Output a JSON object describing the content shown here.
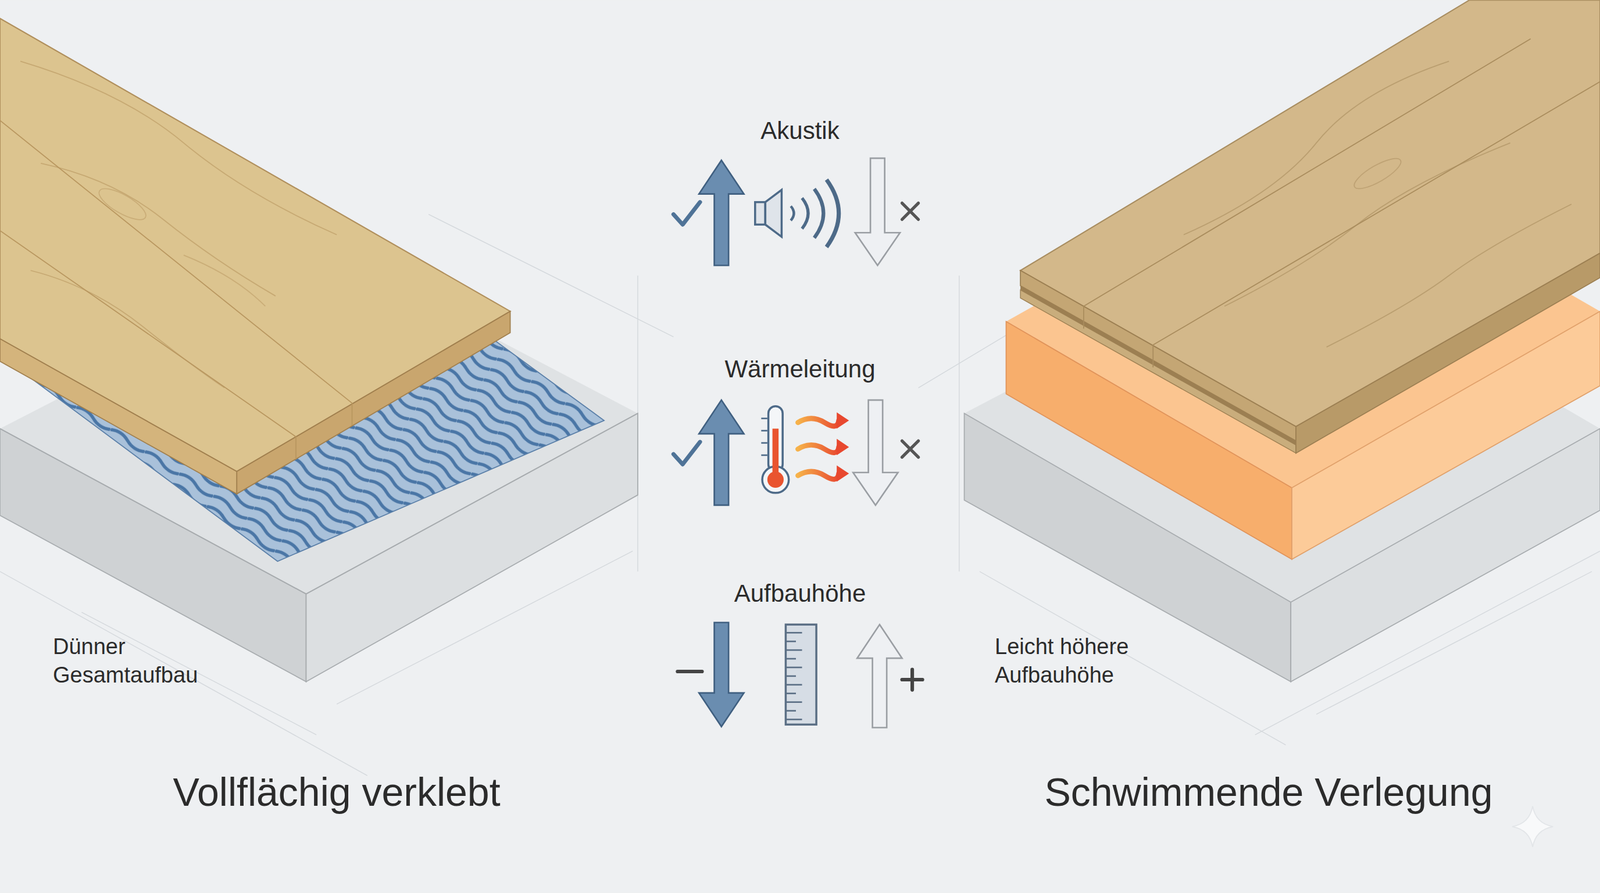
{
  "diagram": {
    "labels": [
      "Akustik",
      "Wärmeleitung",
      "Aufbauhöhe",
      "Dünner Gesamtaufbau",
      "Leicht höhere Aufbauhöhe",
      "Vollflächig verklebt",
      "Schwimmende Verlegung"
    ]
  }
}
